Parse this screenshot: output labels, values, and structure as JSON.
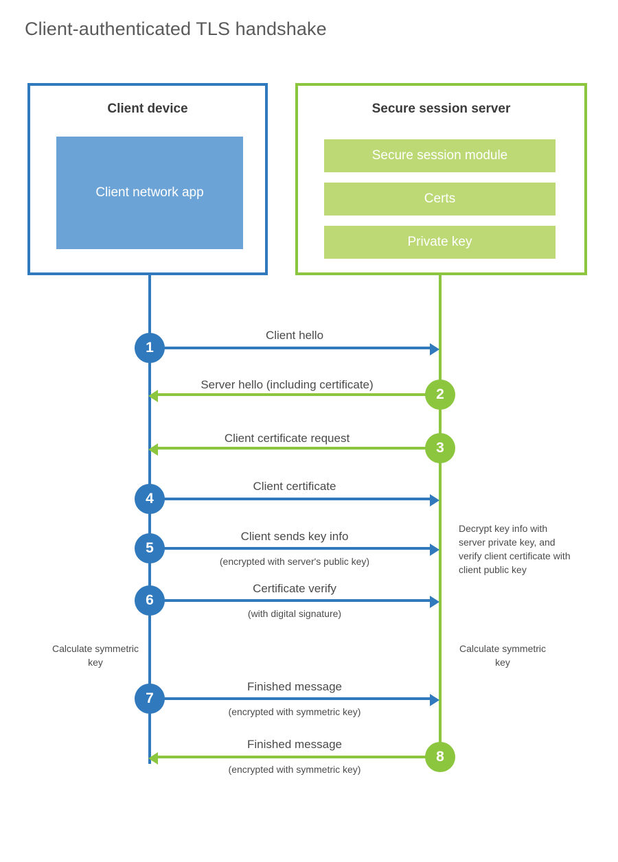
{
  "diagram": {
    "title": "Client-authenticated TLS handshake",
    "colors": {
      "client_blue": "#3179bd",
      "client_app_blue": "#6ba3d6",
      "server_green": "#8cc63e",
      "server_bar_green": "#bcd975",
      "text_gray": "#4a4a4a",
      "heading_gray": "#3b3b3b",
      "background": "#ffffff"
    }
  },
  "participants": {
    "client": {
      "title": "Client device",
      "app_label": "Client network app"
    },
    "server": {
      "title": "Secure session server",
      "components": [
        "Secure session module",
        "Certs",
        "Private key"
      ]
    }
  },
  "steps": [
    {
      "number": "1",
      "label": "Client hello",
      "sublabel": "",
      "direction": "client-to-server",
      "color": "blue"
    },
    {
      "number": "2",
      "label": "Server hello (including certificate)",
      "sublabel": "",
      "direction": "server-to-client",
      "color": "green"
    },
    {
      "number": "3",
      "label": "Client certificate request",
      "sublabel": "",
      "direction": "server-to-client",
      "color": "green"
    },
    {
      "number": "4",
      "label": "Client certificate",
      "sublabel": "",
      "direction": "client-to-server",
      "color": "blue"
    },
    {
      "number": "5",
      "label": "Client sends key info",
      "sublabel": "(encrypted with server's public key)",
      "direction": "client-to-server",
      "color": "blue"
    },
    {
      "number": "6",
      "label": "Certificate verify",
      "sublabel": "(with digital signature)",
      "direction": "client-to-server",
      "color": "blue"
    },
    {
      "number": "7",
      "label": "Finished message",
      "sublabel": "(encrypted with symmetric key)",
      "direction": "client-to-server",
      "color": "blue"
    },
    {
      "number": "8",
      "label": "Finished message",
      "sublabel": "(encrypted with symmetric key)",
      "direction": "server-to-client",
      "color": "green"
    }
  ],
  "notes": {
    "server_decrypt": "Decrypt key info with server private key, and verify client certificate with client public key",
    "client_calculate": "Calculate symmetric key",
    "server_calculate": "Calculate symmetric key"
  }
}
